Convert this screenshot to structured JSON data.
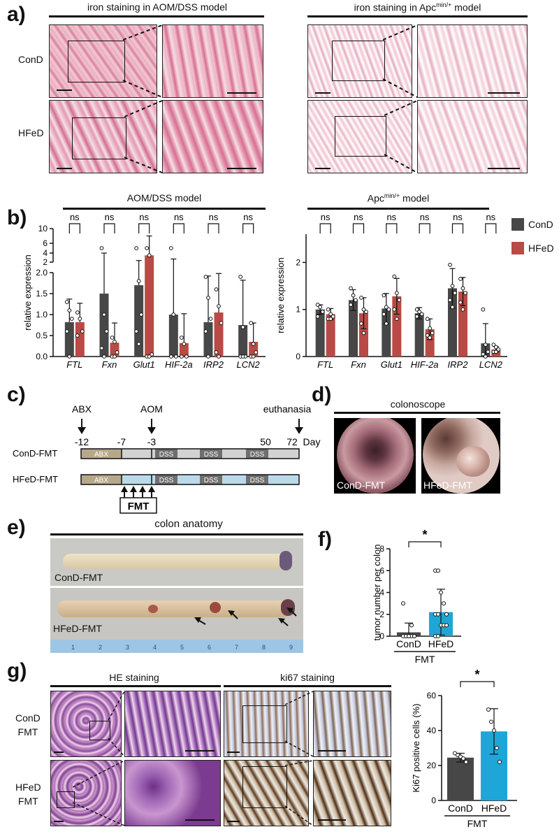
{
  "panels": {
    "a": {
      "label": "a)",
      "left_title": "iron staining in AOM/DSS model",
      "right_title_main": "iron staining in Apc",
      "right_title_sup": "min/+",
      "right_title_tail": " model",
      "row_labels": [
        "ConD",
        "HFeD"
      ]
    },
    "b": {
      "label": "b)",
      "left_title": "AOM/DSS model",
      "right_title_main": "Apc",
      "right_title_sup": "min/+",
      "right_title_tail": " model",
      "legend": [
        {
          "name": "ConD",
          "color": "#474747"
        },
        {
          "name": "HFeD",
          "color": "#b94a45"
        }
      ]
    },
    "c": {
      "label": "c)",
      "arrows": [
        "ABX",
        "AOM",
        "euthanasia"
      ],
      "days": [
        "-12",
        "-7",
        "-3",
        "50",
        "72",
        "Day"
      ],
      "rows": [
        "ConD-FMT",
        "HFeD-FMT"
      ],
      "abx_block": "ABX",
      "dss_block": "DSS",
      "fmt_box": "FMT"
    },
    "d": {
      "label": "d)",
      "title": "colonoscope",
      "captions": [
        "ConD-FMT",
        "HFeD-FMT"
      ]
    },
    "e": {
      "label": "e)",
      "title": "colon anatomy",
      "captions": [
        "ConD-FMT",
        "HFeD-FMT"
      ],
      "ruler_numbers": [
        "1",
        "2",
        "3",
        "4",
        "5",
        "6",
        "7",
        "8",
        "9"
      ]
    },
    "f": {
      "label": "f)"
    },
    "g": {
      "label": "g)",
      "left_title": "HE staining",
      "mid_title": "ki67 staining",
      "row_labels": [
        [
          "ConD",
          "FMT"
        ],
        [
          "HFeD",
          "FMT"
        ]
      ]
    }
  },
  "colors": {
    "cond": "#474747",
    "hfed": "#b94a45",
    "fmt_blue": "#1ea6d6",
    "hfed_track": "#bcd9ea",
    "cond_track": "#d2d2d2",
    "abx": "#b8a88a"
  },
  "chart_data": [
    {
      "id": "b-left",
      "type": "bar",
      "title": "AOM/DSS model",
      "ylabel": "relative expression",
      "categories": [
        "FTL",
        "Fxn",
        "Glut1",
        "HIF-2a",
        "IRP2",
        "LCN2"
      ],
      "series": [
        {
          "name": "ConD",
          "values": [
            0.82,
            1.5,
            1.7,
            1.0,
            0.82,
            0.75
          ],
          "err": [
            0.55,
            2.5,
            0.65,
            1.7,
            1.1,
            1.07
          ]
        },
        {
          "name": "HFeD",
          "values": [
            0.82,
            0.33,
            3.5,
            0.32,
            1.05,
            0.35
          ],
          "err": [
            0.45,
            0.47,
            4.5,
            0.7,
            0.93,
            0.45
          ]
        }
      ],
      "points": [
        [
          [
            1.3,
            1.1,
            0.9,
            0.6,
            0.0
          ],
          [
            1.05,
            0.9,
            0.6,
            0.5
          ]
        ],
        [
          [
            5.0,
            1.0,
            0.6,
            0.2,
            0.0
          ],
          [
            0.45,
            0.35,
            0.1,
            0.0,
            0.0
          ]
        ],
        [
          [
            5.0,
            1.8,
            1.0,
            0.6,
            0.3
          ],
          [
            5.0,
            3.5,
            0.05,
            0.0,
            0.0
          ]
        ],
        [
          [
            5.0,
            1.0,
            0.0,
            0.0
          ],
          [
            0.45,
            0.3,
            0.0,
            0.0
          ]
        ],
        [
          [
            1.9,
            1.4,
            0.9,
            0.6,
            0.0
          ],
          [
            1.6,
            1.2,
            0.8,
            0.1,
            0.0
          ]
        ],
        [
          [
            1.9,
            0.7,
            0.0,
            0.0,
            0.0
          ],
          [
            0.8,
            0.3,
            0.1,
            0.0,
            0.0
          ]
        ]
      ],
      "broken_axis": {
        "lower_ticks": [
          "0.0",
          "0.5",
          "1.0",
          "1.5",
          "2.0"
        ],
        "upper_ticks": [
          "2",
          "4",
          "6",
          "10"
        ]
      },
      "significance": [
        "ns",
        "ns",
        "ns",
        "ns",
        "ns",
        "ns"
      ]
    },
    {
      "id": "b-right",
      "type": "bar",
      "title": "Apc min/+ model",
      "ylabel": "relative expression",
      "ylim": [
        0,
        2.6
      ],
      "yticks": [
        "0",
        "1",
        "2"
      ],
      "categories": [
        "FTL",
        "Fxn",
        "Glut1",
        "HIF-2a",
        "IRP2",
        "LCN2"
      ],
      "series": [
        {
          "name": "ConD",
          "values": [
            1.0,
            1.2,
            1.02,
            0.92,
            1.45,
            0.28
          ],
          "err": [
            0.1,
            0.22,
            0.32,
            0.12,
            0.42,
            0.42
          ]
        },
        {
          "name": "HFeD",
          "values": [
            0.9,
            0.92,
            1.28,
            0.58,
            1.38,
            0.15
          ],
          "err": [
            0.12,
            0.33,
            0.38,
            0.22,
            0.3,
            0.06
          ]
        }
      ],
      "points": [
        [
          [
            1.1,
            1.05,
            0.95,
            0.85
          ],
          [
            1.0,
            0.9,
            0.85,
            0.8,
            0.8
          ]
        ],
        [
          [
            1.45,
            1.3,
            1.2,
            1.1
          ],
          [
            1.25,
            1.0,
            0.95,
            0.7,
            0.5
          ]
        ],
        [
          [
            1.3,
            1.05,
            1.0,
            0.9,
            0.7
          ],
          [
            1.7,
            1.35,
            1.2,
            1.0,
            0.8
          ]
        ],
        [
          [
            1.0,
            0.95,
            0.9,
            0.85
          ],
          [
            0.8,
            0.6,
            0.5,
            0.45,
            0.4
          ]
        ],
        [
          [
            1.95,
            1.5,
            1.35,
            1.2,
            1.05
          ],
          [
            1.65,
            1.45,
            1.35,
            1.15,
            1.0
          ]
        ],
        [
          [
            1.0,
            0.25,
            0.1,
            0.05,
            0.0
          ],
          [
            0.25,
            0.2,
            0.15,
            0.1,
            0.1
          ]
        ]
      ],
      "significance": [
        "ns",
        "ns",
        "ns",
        "ns",
        "ns",
        "ns"
      ]
    },
    {
      "id": "f",
      "type": "bar",
      "ylabel": "tumor number per colon",
      "xlabel": "FMT",
      "ylim": [
        0,
        8
      ],
      "yticks": [
        "0",
        "2",
        "4",
        "6",
        "8"
      ],
      "categories": [
        "ConD",
        "HFeD"
      ],
      "values": [
        0.35,
        2.2
      ],
      "err": [
        0.85,
        2.1
      ],
      "points": [
        [
          3.0,
          0,
          0,
          0,
          0,
          0,
          0,
          0,
          1.0,
          0
        ],
        [
          6.0,
          6.0,
          4.0,
          3.0,
          2.0,
          2.0,
          2.0,
          1.0,
          1.0,
          1.0,
          0,
          0
        ]
      ],
      "colors": [
        "#474747",
        "#1ea6d6"
      ],
      "significance": "*"
    },
    {
      "id": "g",
      "type": "bar",
      "ylabel": "Ki67 positive cells (%)",
      "xlabel": "FMT",
      "ylim": [
        0,
        60
      ],
      "yticks": [
        "0",
        "20",
        "40",
        "60"
      ],
      "categories": [
        "ConD",
        "HFeD"
      ],
      "values": [
        24.5,
        39.5
      ],
      "err": [
        2.5,
        13.0
      ],
      "points": [
        [
          27,
          26,
          25,
          24,
          22
        ],
        [
          52,
          45,
          40,
          30,
          22
        ]
      ],
      "colors": [
        "#474747",
        "#1ea6d6"
      ],
      "significance": "*"
    }
  ]
}
